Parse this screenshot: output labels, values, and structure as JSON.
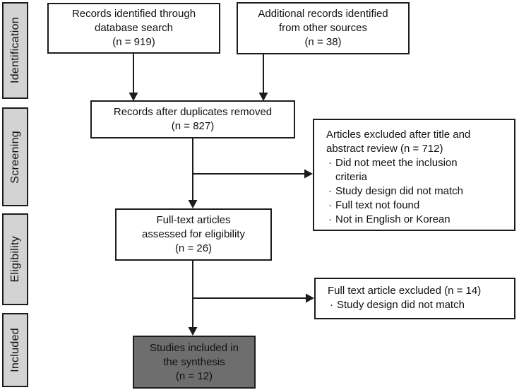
{
  "sidebar": {
    "stages": [
      {
        "label": "Identification"
      },
      {
        "label": "Screening"
      },
      {
        "label": "Eligibility"
      },
      {
        "label": "Included"
      }
    ]
  },
  "boxes": {
    "database_search": {
      "text": "Records identified through\ndatabase search\n(n = 919)"
    },
    "other_sources": {
      "text": "Additional records identified\nfrom other sources\n(n = 38)"
    },
    "duplicates_removed": {
      "text": "Records after duplicates removed\n(n = 827)"
    },
    "title_abstract_excluded": {
      "heading": "Articles excluded after title and\nabstract review (n = 712)",
      "bullet": "·",
      "items": [
        "Did not meet the inclusion\ncriteria",
        "Study design did not match",
        "Full text not found",
        "Not in English or Korean"
      ]
    },
    "fulltext_assessed": {
      "text": "Full-text articles\nassessed for eligibility\n(n = 26)"
    },
    "fulltext_excluded": {
      "heading": "Full text article excluded (n = 14)",
      "bullet": "·",
      "items": [
        "Study design did not match"
      ]
    },
    "included_synthesis": {
      "text": "Studies included in\nthe synthesis\n(n = 12)"
    }
  },
  "colors": {
    "sidebar_fill": "#d3d3d3",
    "box_fill": "#ffffff",
    "included_fill": "#6e6e6e",
    "line": "#1c1c1c",
    "text": "#111111"
  }
}
